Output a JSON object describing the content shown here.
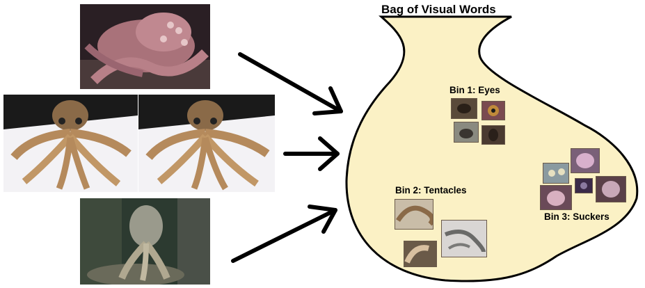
{
  "bag": {
    "title": "Bag of Visual Words",
    "fill_color": "#fbf1c5"
  },
  "bins": [
    {
      "label": "Bin 1: Eyes"
    },
    {
      "label": "Bin 2: Tentacles"
    },
    {
      "label": "Bin 3: Suckers"
    }
  ],
  "input_images": [
    {
      "subject": "octopus"
    },
    {
      "subject": "octopus"
    },
    {
      "subject": "octopus"
    },
    {
      "subject": "octopus"
    }
  ]
}
